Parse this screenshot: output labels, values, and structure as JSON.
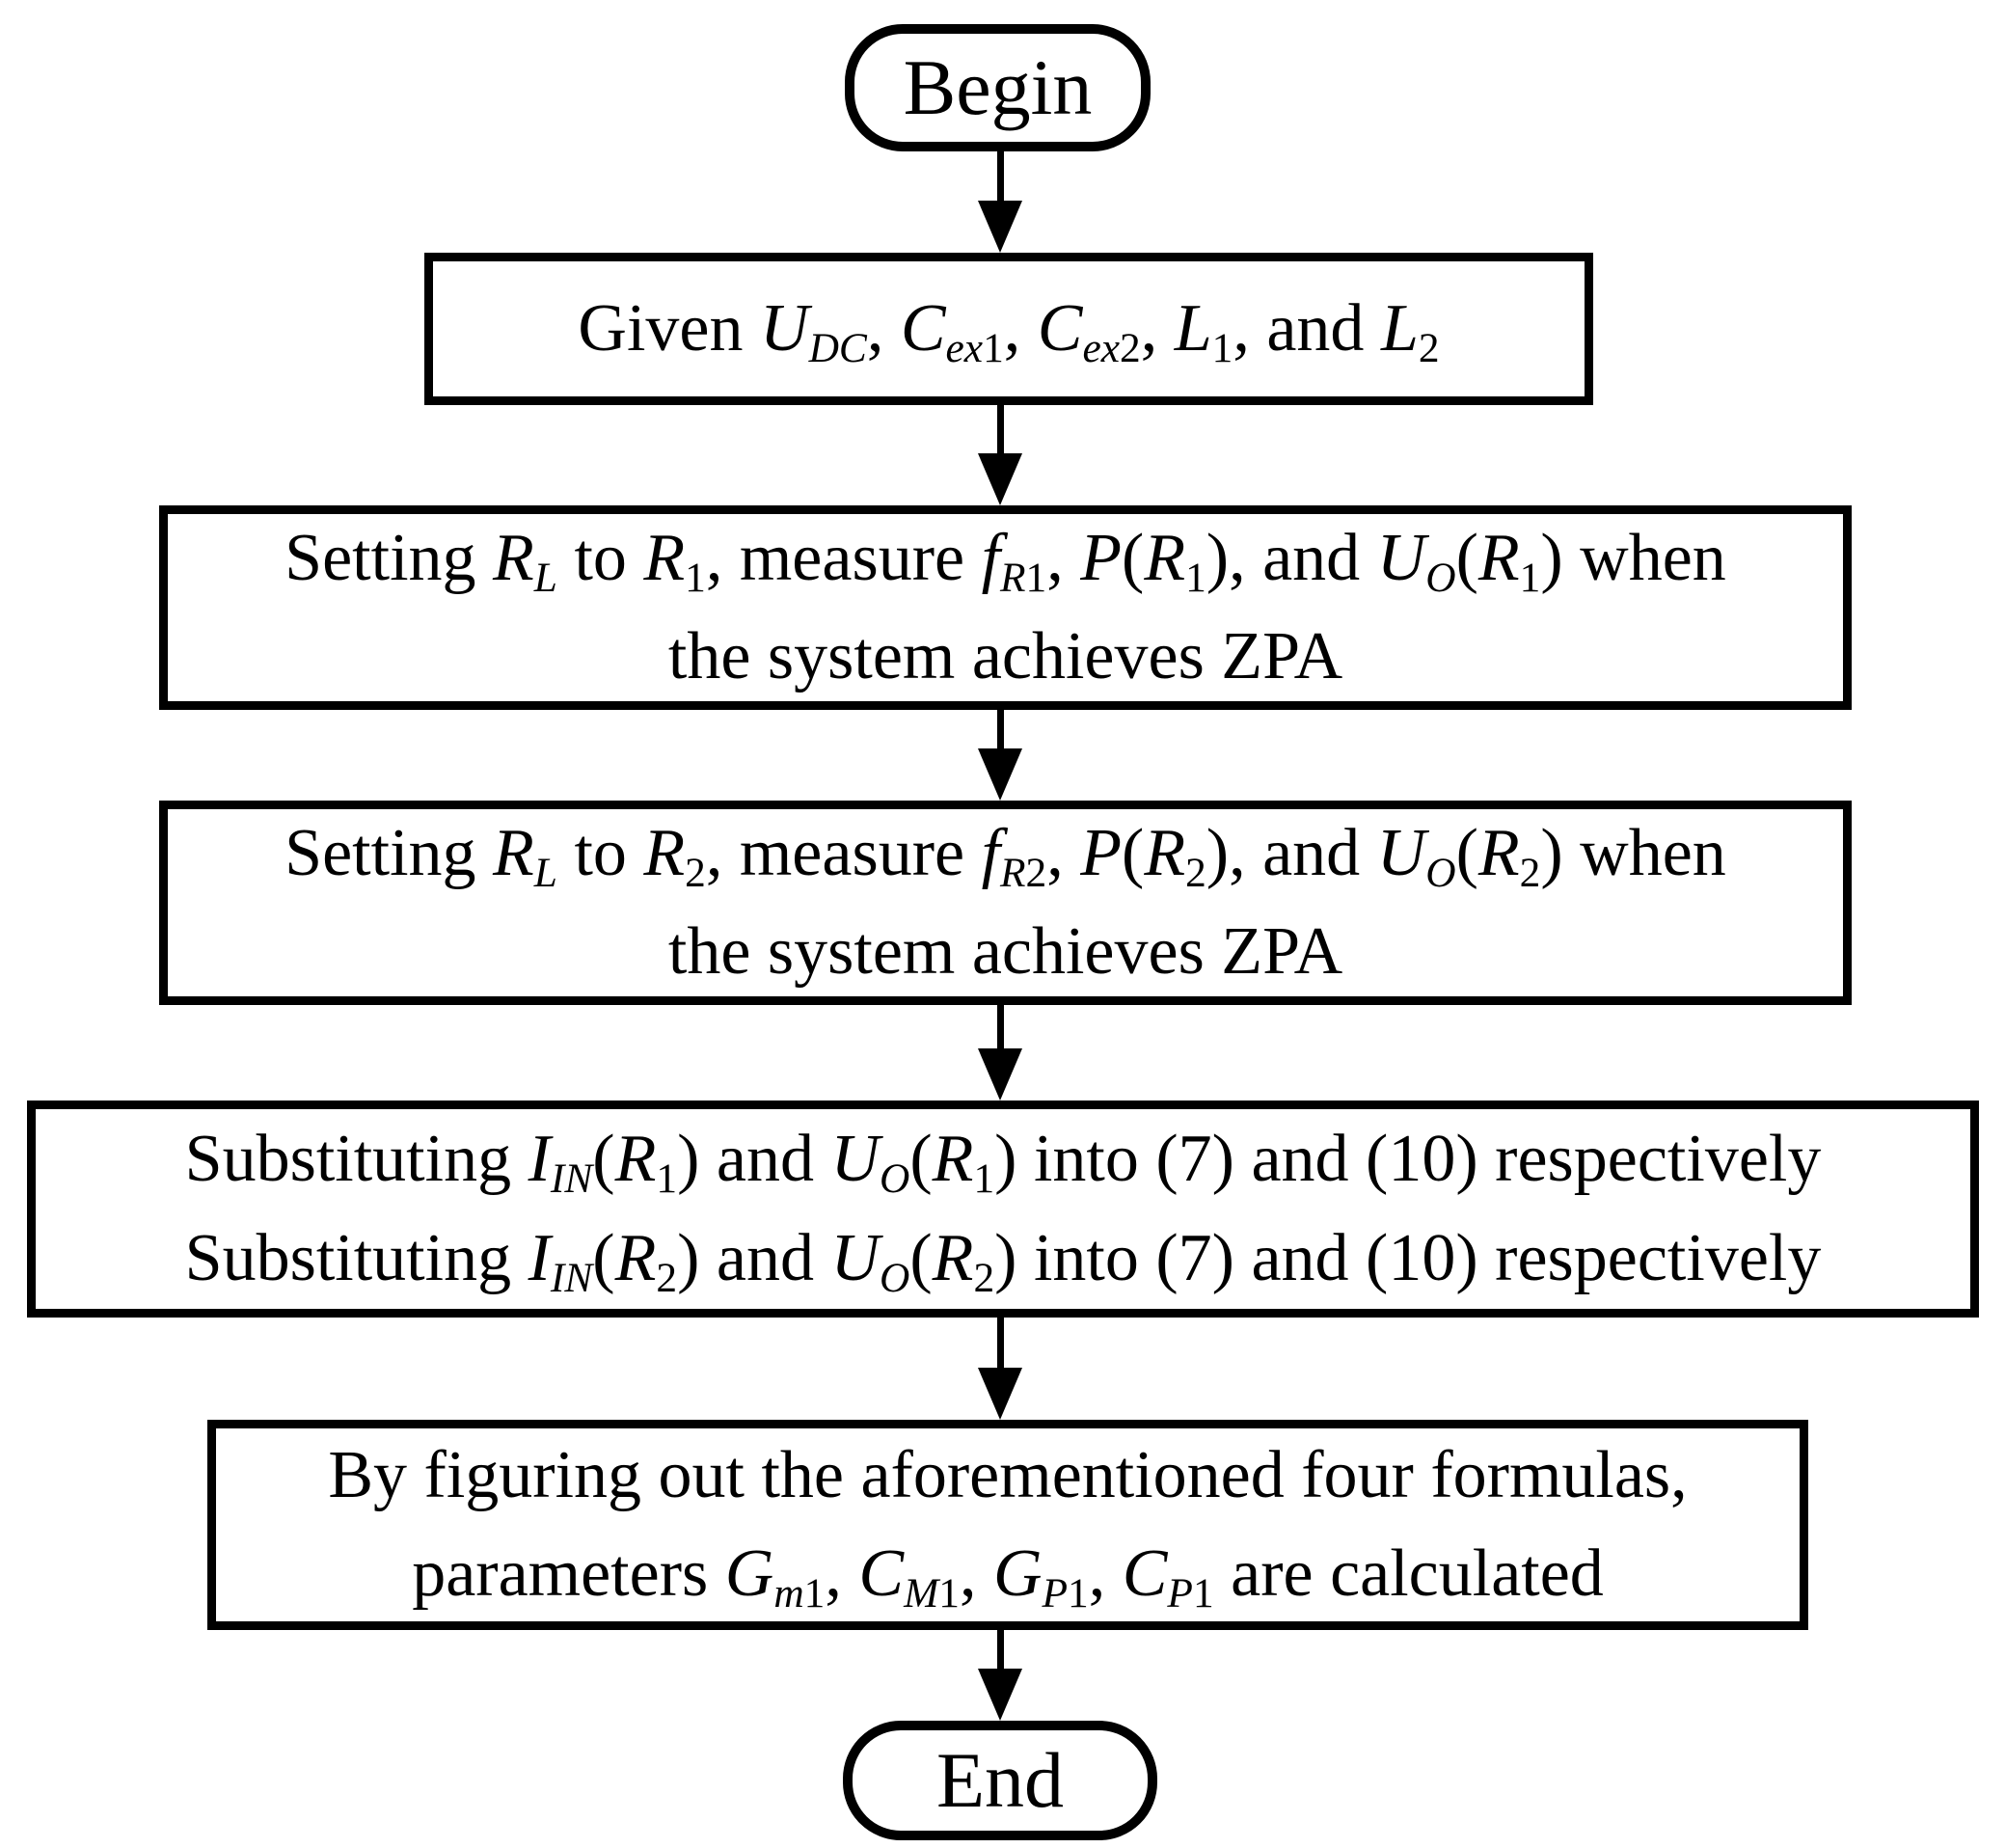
{
  "colors": {
    "stroke": "#000000",
    "bg": "#ffffff"
  },
  "nodes": [
    {
      "id": "begin",
      "type": "terminator",
      "label": "Begin"
    },
    {
      "id": "given",
      "type": "process",
      "lines": [
        [
          {
            "t": "Given "
          },
          {
            "t": "U",
            "i": true
          },
          {
            "t": "DC",
            "i": true,
            "s": true
          },
          {
            "t": ", "
          },
          {
            "t": "C",
            "i": true
          },
          {
            "t": "ex",
            "i": true,
            "s": true
          },
          {
            "t": "1",
            "s": true
          },
          {
            "t": ", "
          },
          {
            "t": "C",
            "i": true
          },
          {
            "t": "ex",
            "i": true,
            "s": true
          },
          {
            "t": "2",
            "s": true
          },
          {
            "t": ", "
          },
          {
            "t": "L",
            "i": true
          },
          {
            "t": "1",
            "s": true
          },
          {
            "t": ", and "
          },
          {
            "t": "L",
            "i": true
          },
          {
            "t": "2",
            "s": true
          }
        ]
      ]
    },
    {
      "id": "measure-r1",
      "type": "process",
      "lines": [
        [
          {
            "t": "Setting "
          },
          {
            "t": "R",
            "i": true
          },
          {
            "t": "L",
            "i": true,
            "s": true
          },
          {
            "t": " to "
          },
          {
            "t": "R",
            "i": true
          },
          {
            "t": "1",
            "s": true
          },
          {
            "t": ", measure "
          },
          {
            "t": "f",
            "i": true
          },
          {
            "t": "R",
            "i": true,
            "s": true
          },
          {
            "t": "1",
            "s": true
          },
          {
            "t": ", "
          },
          {
            "t": "P",
            "i": true
          },
          {
            "t": "("
          },
          {
            "t": "R",
            "i": true
          },
          {
            "t": "1",
            "s": true
          },
          {
            "t": "), and "
          },
          {
            "t": "U",
            "i": true
          },
          {
            "t": "O",
            "i": true,
            "s": true
          },
          {
            "t": "("
          },
          {
            "t": "R",
            "i": true
          },
          {
            "t": "1",
            "s": true
          },
          {
            "t": ") when"
          }
        ],
        [
          {
            "t": "the system achieves ZPA"
          }
        ]
      ]
    },
    {
      "id": "measure-r2",
      "type": "process",
      "lines": [
        [
          {
            "t": "Setting "
          },
          {
            "t": "R",
            "i": true
          },
          {
            "t": "L",
            "i": true,
            "s": true
          },
          {
            "t": " to "
          },
          {
            "t": "R",
            "i": true
          },
          {
            "t": "2",
            "s": true
          },
          {
            "t": ", measure "
          },
          {
            "t": "f",
            "i": true
          },
          {
            "t": "R",
            "i": true,
            "s": true
          },
          {
            "t": "2",
            "s": true
          },
          {
            "t": ", "
          },
          {
            "t": "P",
            "i": true
          },
          {
            "t": "("
          },
          {
            "t": "R",
            "i": true
          },
          {
            "t": "2",
            "s": true
          },
          {
            "t": "), and "
          },
          {
            "t": "U",
            "i": true
          },
          {
            "t": "O",
            "i": true,
            "s": true
          },
          {
            "t": "("
          },
          {
            "t": "R",
            "i": true
          },
          {
            "t": "2",
            "s": true
          },
          {
            "t": ") when"
          }
        ],
        [
          {
            "t": "the system achieves ZPA"
          }
        ]
      ]
    },
    {
      "id": "substitute",
      "type": "process",
      "lines": [
        [
          {
            "t": "Substituting "
          },
          {
            "t": "I",
            "i": true
          },
          {
            "t": "IN",
            "i": true,
            "s": true
          },
          {
            "t": "("
          },
          {
            "t": "R",
            "i": true
          },
          {
            "t": "1",
            "s": true
          },
          {
            "t": ") and "
          },
          {
            "t": "U",
            "i": true
          },
          {
            "t": "O",
            "i": true,
            "s": true
          },
          {
            "t": "("
          },
          {
            "t": "R",
            "i": true
          },
          {
            "t": "1",
            "s": true
          },
          {
            "t": ") into (7) and (10) respectively"
          }
        ],
        [
          {
            "t": "Substituting "
          },
          {
            "t": "I",
            "i": true
          },
          {
            "t": "IN",
            "i": true,
            "s": true
          },
          {
            "t": "("
          },
          {
            "t": "R",
            "i": true
          },
          {
            "t": "2",
            "s": true
          },
          {
            "t": ") and "
          },
          {
            "t": "U",
            "i": true
          },
          {
            "t": "O",
            "i": true,
            "s": true
          },
          {
            "t": "("
          },
          {
            "t": "R",
            "i": true
          },
          {
            "t": "2",
            "s": true
          },
          {
            "t": ") into (7) and (10) respectively"
          }
        ]
      ]
    },
    {
      "id": "calculate",
      "type": "process",
      "lines": [
        [
          {
            "t": "By figuring out the aforementioned four formulas,"
          }
        ],
        [
          {
            "t": "parameters "
          },
          {
            "t": "G",
            "i": true
          },
          {
            "t": "m",
            "i": true,
            "s": true
          },
          {
            "t": "1",
            "s": true
          },
          {
            "t": ", "
          },
          {
            "t": "C",
            "i": true
          },
          {
            "t": "M",
            "i": true,
            "s": true
          },
          {
            "t": "1",
            "s": true
          },
          {
            "t": ", "
          },
          {
            "t": "G",
            "i": true
          },
          {
            "t": "P",
            "i": true,
            "s": true
          },
          {
            "t": "1",
            "s": true
          },
          {
            "t": ", "
          },
          {
            "t": "C",
            "i": true
          },
          {
            "t": "P",
            "i": true,
            "s": true
          },
          {
            "t": "1",
            "s": true
          },
          {
            "t": " are calculated"
          }
        ]
      ]
    },
    {
      "id": "end",
      "type": "terminator",
      "label": "End"
    }
  ]
}
